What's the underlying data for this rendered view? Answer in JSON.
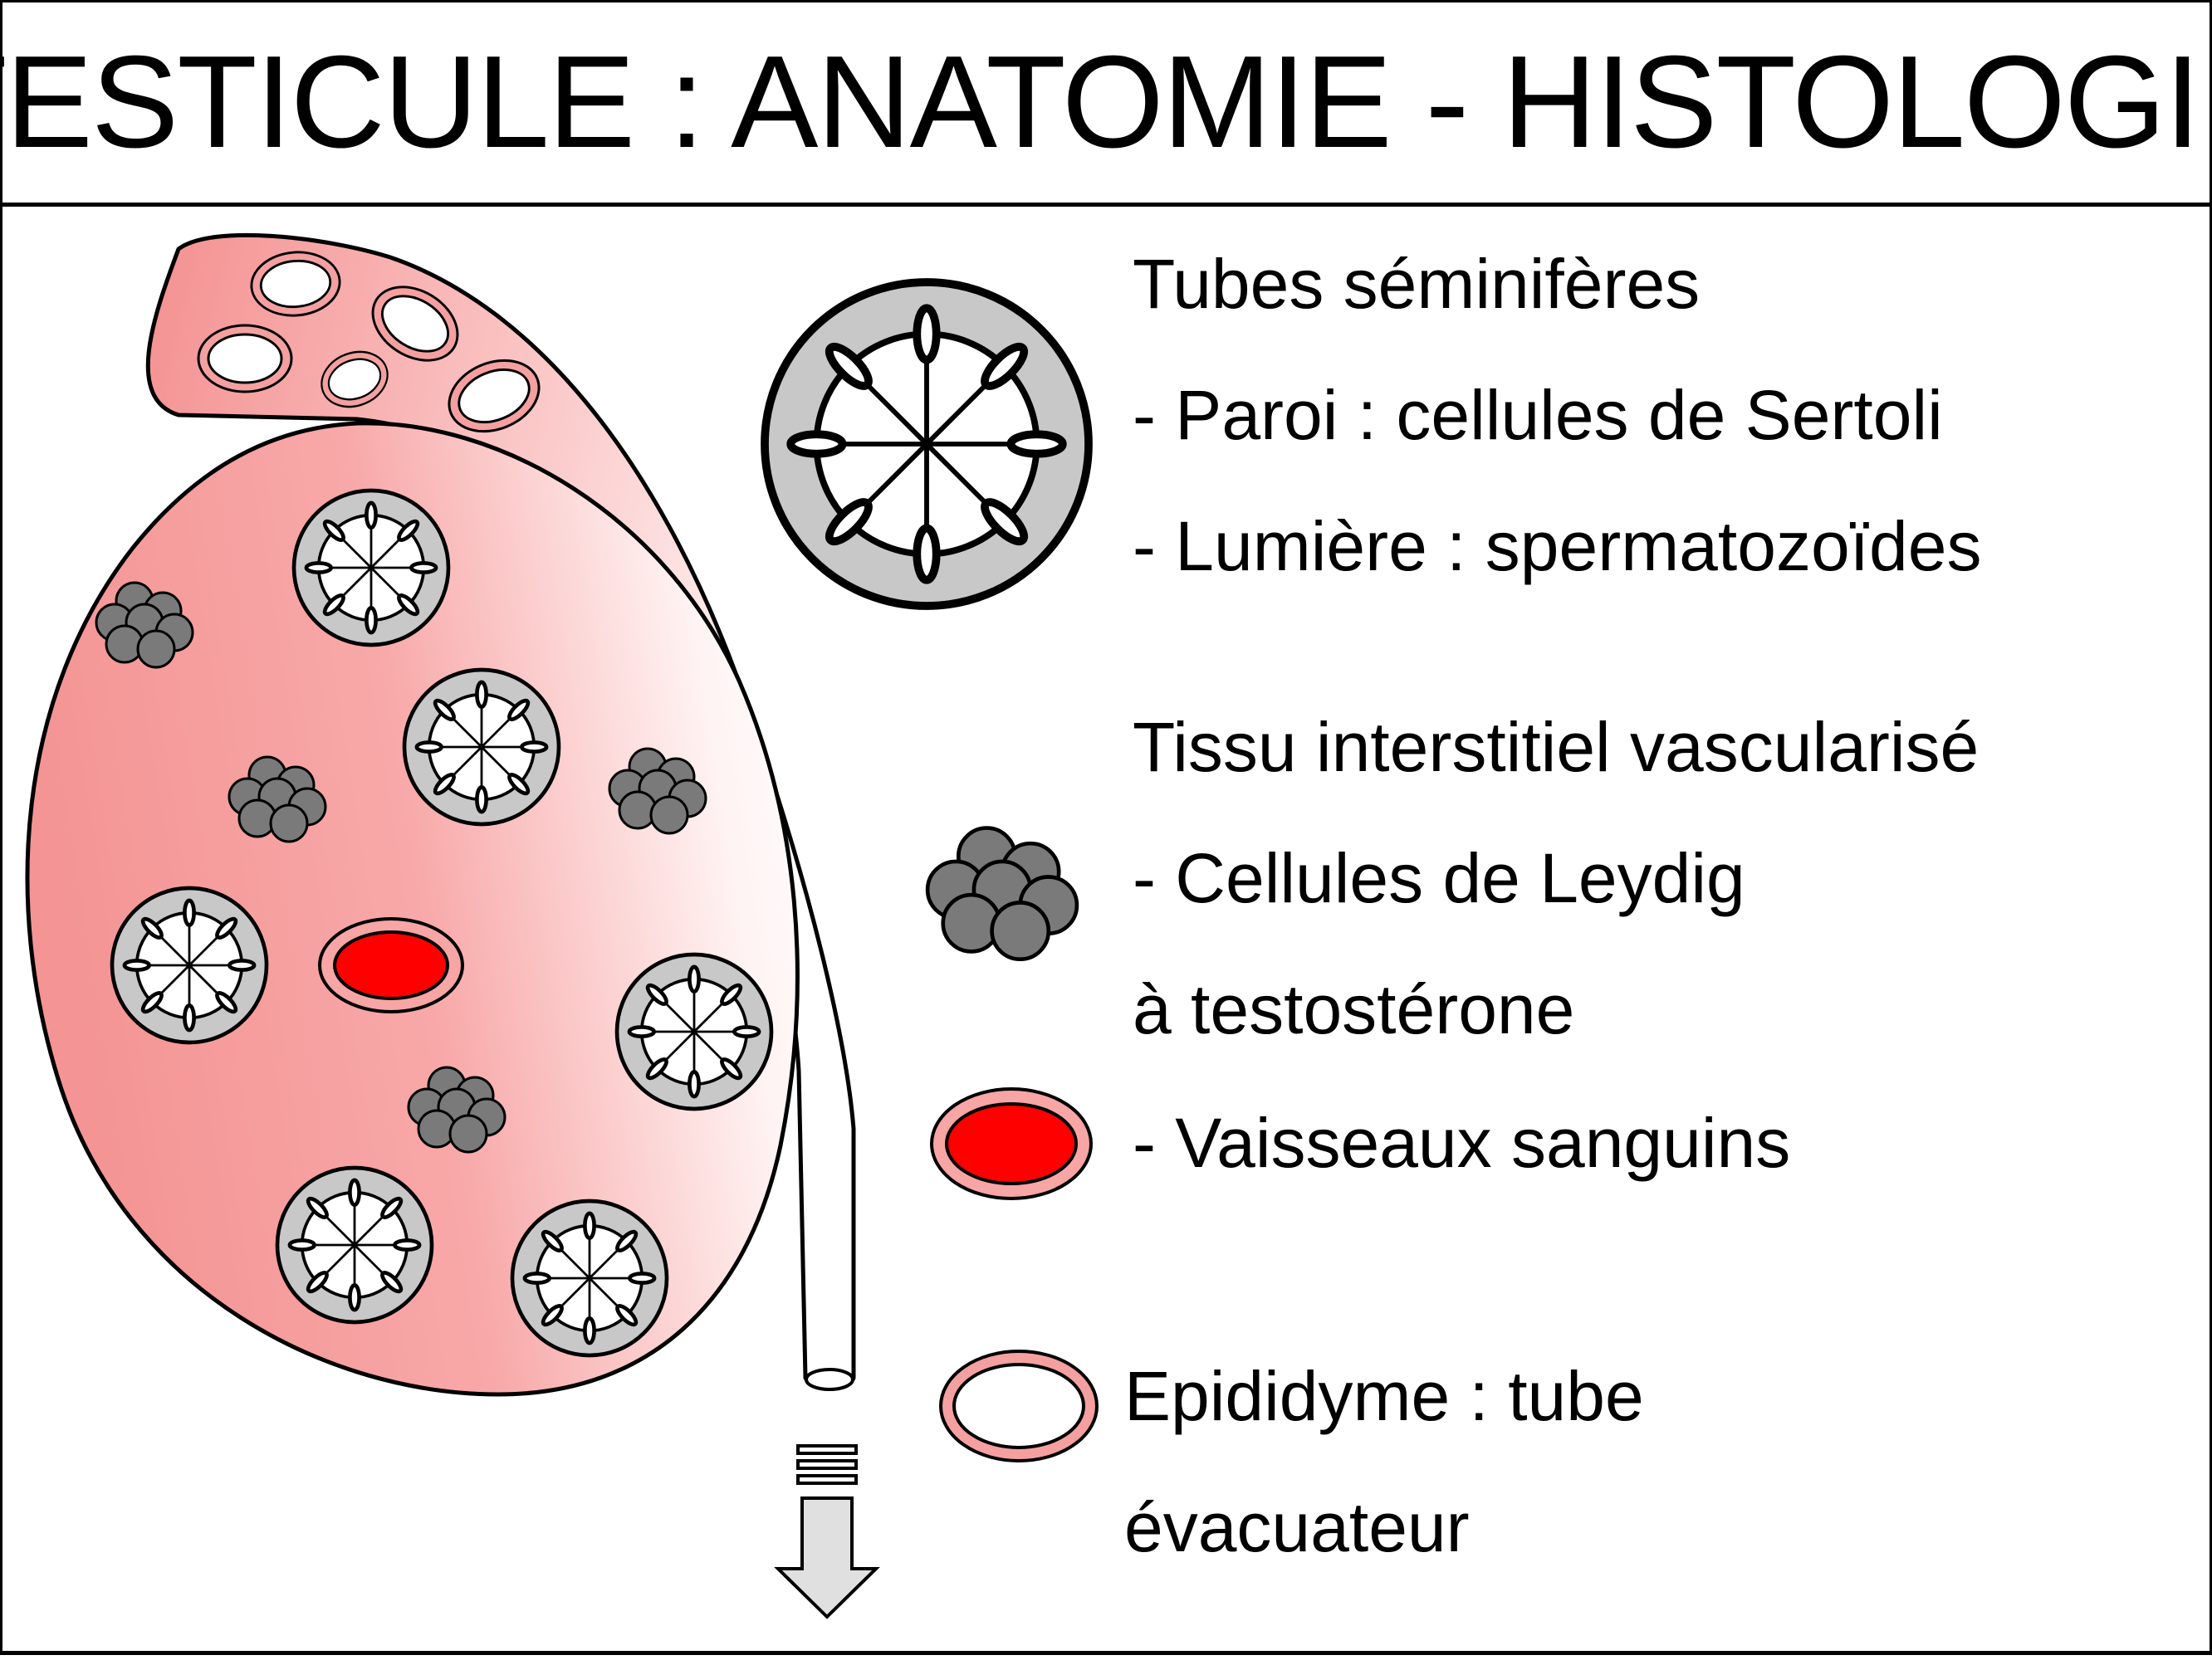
{
  "title": "TESTICULE : ANATOMIE - HISTOLOGIE",
  "legend": {
    "tubes_title": "Tubes séminifères",
    "tubes_wall": "- Paroi : cellules de Sertoli",
    "tubes_lumen": "- Lumière : spermatozoïdes",
    "tissue_title": "Tissu interstitiel vascularisé",
    "leydig_line1": "- Cellules de Leydig",
    "leydig_line2": "à testostérone",
    "vessels": "- Vaisseaux sanguins",
    "epididymis_line1": "Epididyme : tube",
    "epididymis_line2": "évacuateur"
  },
  "colors": {
    "testis_fill_dark": "#f59a9a",
    "testis_fill_light": "#fff0f0",
    "tube_wall": "#c8c8c8",
    "leydig": "#7a7a7a",
    "vessel_red": "#ff0000",
    "vessel_rim": "#f7a5a5",
    "epididymis_rim": "#f4a0a0"
  },
  "icons": {
    "seminiferous_tube": "seminiferous-tube-icon",
    "leydig_cluster": "leydig-cluster-icon",
    "blood_vessel": "blood-vessel-icon",
    "epididymis_tube": "epididymis-tube-icon",
    "down_arrow": "down-arrow-icon"
  }
}
